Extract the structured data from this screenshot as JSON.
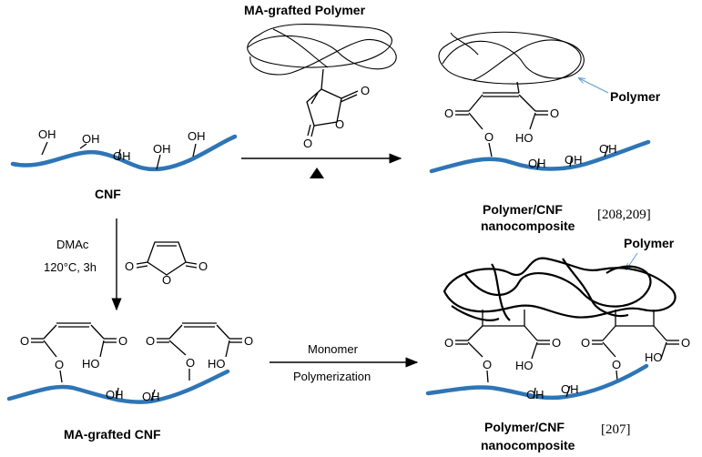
{
  "labels": {
    "ma_grafted_polymer": "MA-grafted Polymer",
    "cnf": "CNF",
    "polymer": "Polymer",
    "polymer_cnf_1": "Polymer/CNF",
    "nanocomposite_1": "nanocomposite",
    "ref_1": "[208,209]",
    "dmac": "DMAc",
    "conditions": "120°C, 3h",
    "ma_grafted_cnf": "MA-grafted CNF",
    "monomer": "Monomer",
    "polymerization": "Polymerization",
    "polymer_2": "Polymer",
    "polymer_cnf_2": "Polymer/CNF",
    "nanocomposite_2": "nanocomposite",
    "ref_2": "[207]"
  },
  "chem": {
    "oh": "OH",
    "o": "O",
    "ho": "HO"
  },
  "colors": {
    "cnf_chain": "#2e75b6",
    "pointer": "#5b9bd5"
  }
}
